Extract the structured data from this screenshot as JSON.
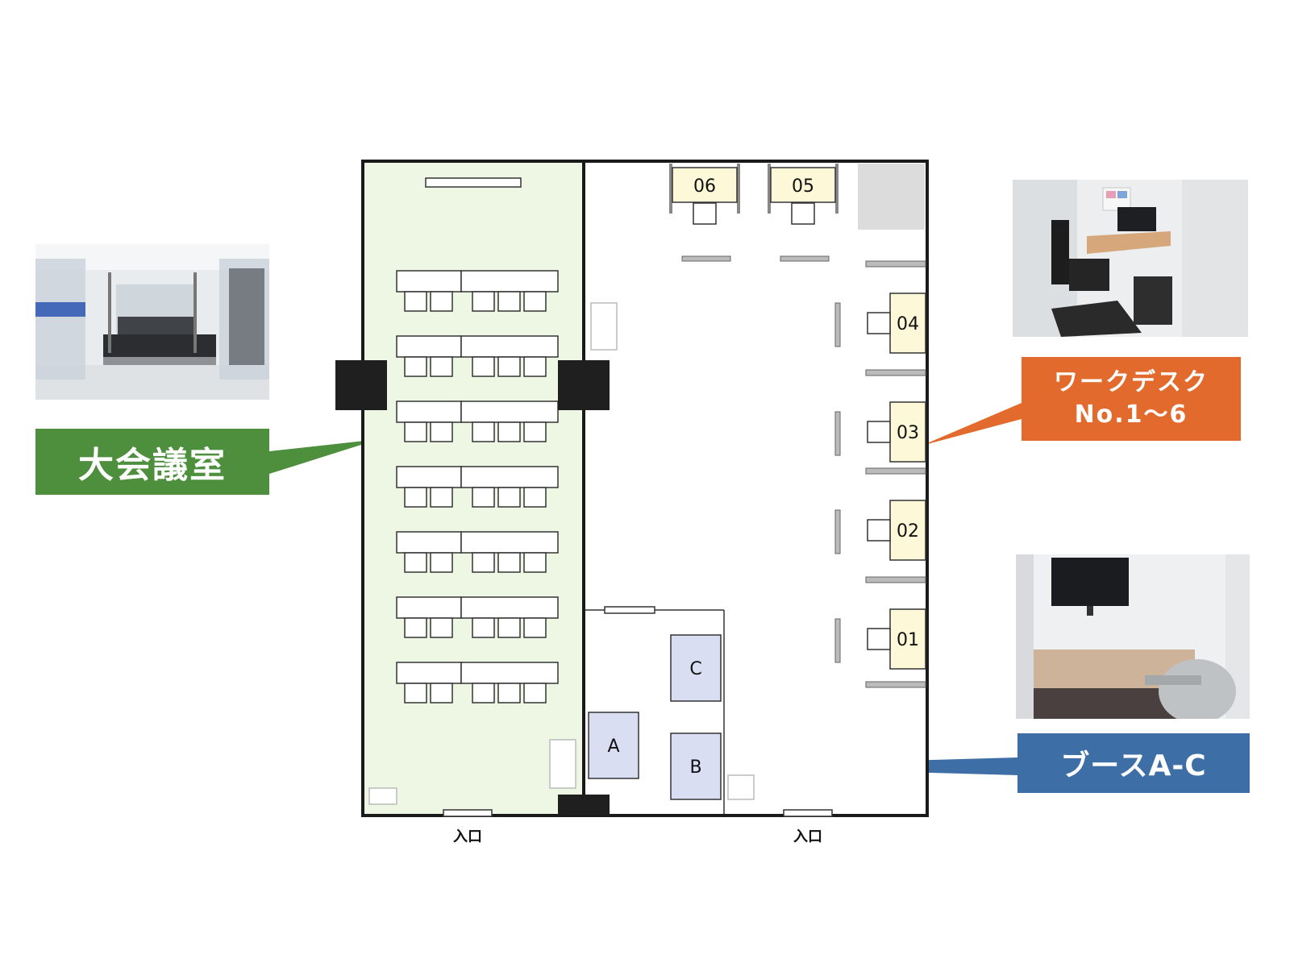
{
  "labels": {
    "large_meeting_room": "大会議室",
    "work_desk_line1": "ワークデスク",
    "work_desk_line2": "No.1〜6",
    "booth": "ブースA-C"
  },
  "entrances": [
    "入口",
    "入口"
  ],
  "desks": [
    "06",
    "05",
    "04",
    "03",
    "02",
    "01"
  ],
  "booths": [
    "A",
    "B",
    "C"
  ],
  "colors": {
    "green_label": "#4d8f3c",
    "orange_label": "#e26a2c",
    "blue_label": "#3d6fa6",
    "room_fill": "#eef7e4",
    "desk_fill": "#fdf8d8",
    "booth_fill": "#d9def3",
    "wall": "#1a1a1a"
  }
}
